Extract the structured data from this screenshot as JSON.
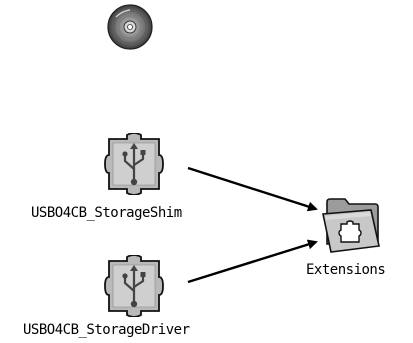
{
  "desktop": {
    "disc": {
      "icon": "cd-disc-icon"
    },
    "files": [
      {
        "label": "USBO4CB_StorageShim",
        "icon": "usb-extension-icon"
      },
      {
        "label": "USBO4CB_StorageDriver",
        "icon": "usb-extension-icon"
      }
    ],
    "folder": {
      "label": "Extensions",
      "icon": "extensions-folder-icon"
    }
  }
}
